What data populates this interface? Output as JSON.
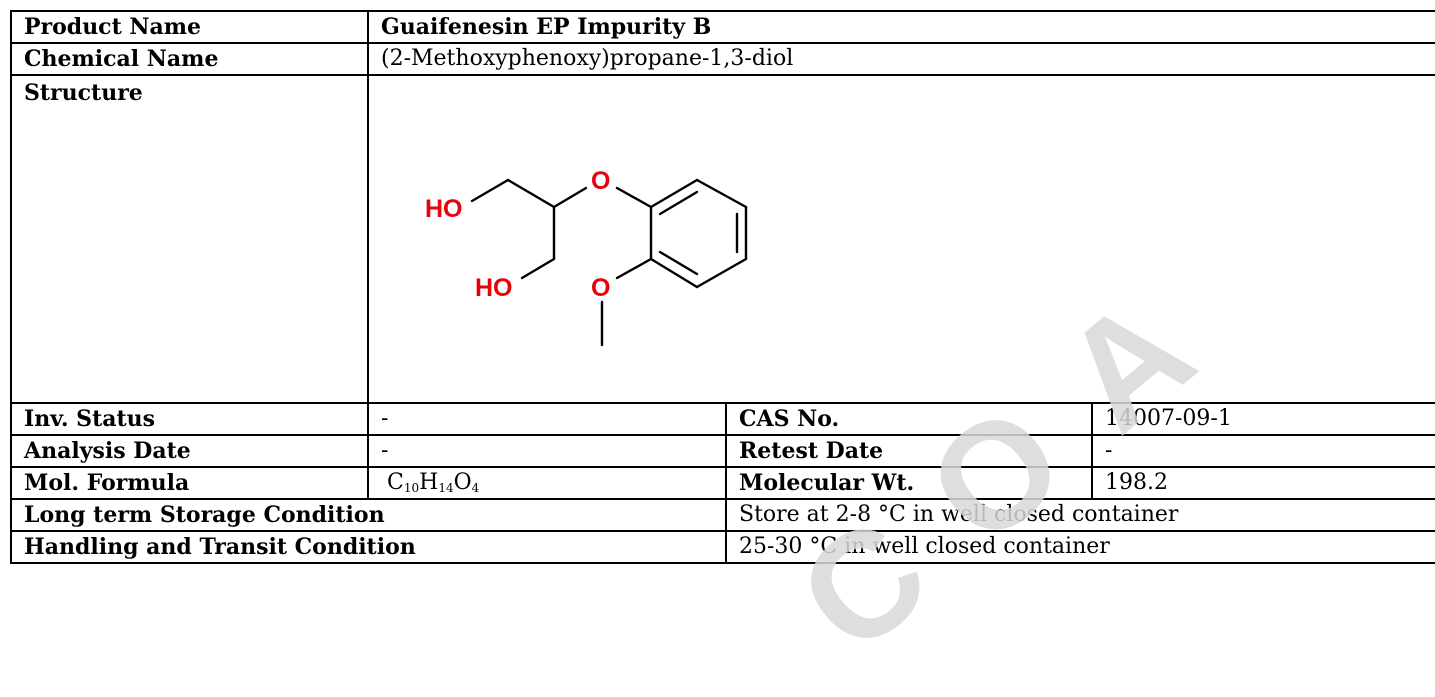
{
  "product_name": {
    "label": "Product Name",
    "value": "Guaifenesin EP Impurity B"
  },
  "chemical_name": {
    "label": "Chemical Name",
    "value": "(2-Methoxyphenoxy)propane-1,3-diol"
  },
  "structure": {
    "label": "Structure",
    "atoms": {
      "ho_top": "HO",
      "ho_bottom": "HO",
      "o_ether": "O",
      "o_methoxy": "O"
    },
    "heteroatom_color": "#e8000b"
  },
  "inv_status": {
    "label": "Inv. Status",
    "value": "-"
  },
  "cas_no": {
    "label": "CAS No.",
    "value": "14007-09-1"
  },
  "analysis_date": {
    "label": "Analysis Date",
    "value": "-"
  },
  "retest_date": {
    "label": "Retest Date",
    "value": "-"
  },
  "mol_formula": {
    "label": "Mol. Formula",
    "c": "C",
    "c_n": "10",
    "h": "H",
    "h_n": "14",
    "o": "O",
    "o_n": "4"
  },
  "molecular_wt": {
    "label": "Molecular Wt.",
    "value": "198.2"
  },
  "long_term_storage": {
    "label": "Long term Storage Condition",
    "value": "Store at 2-8 °C in well closed container"
  },
  "handling_transit": {
    "label": "Handling and Transit Condition",
    "value": "25-30 °C in well closed container"
  },
  "watermark": {
    "text": "COA",
    "color": "#d9d9d9"
  }
}
